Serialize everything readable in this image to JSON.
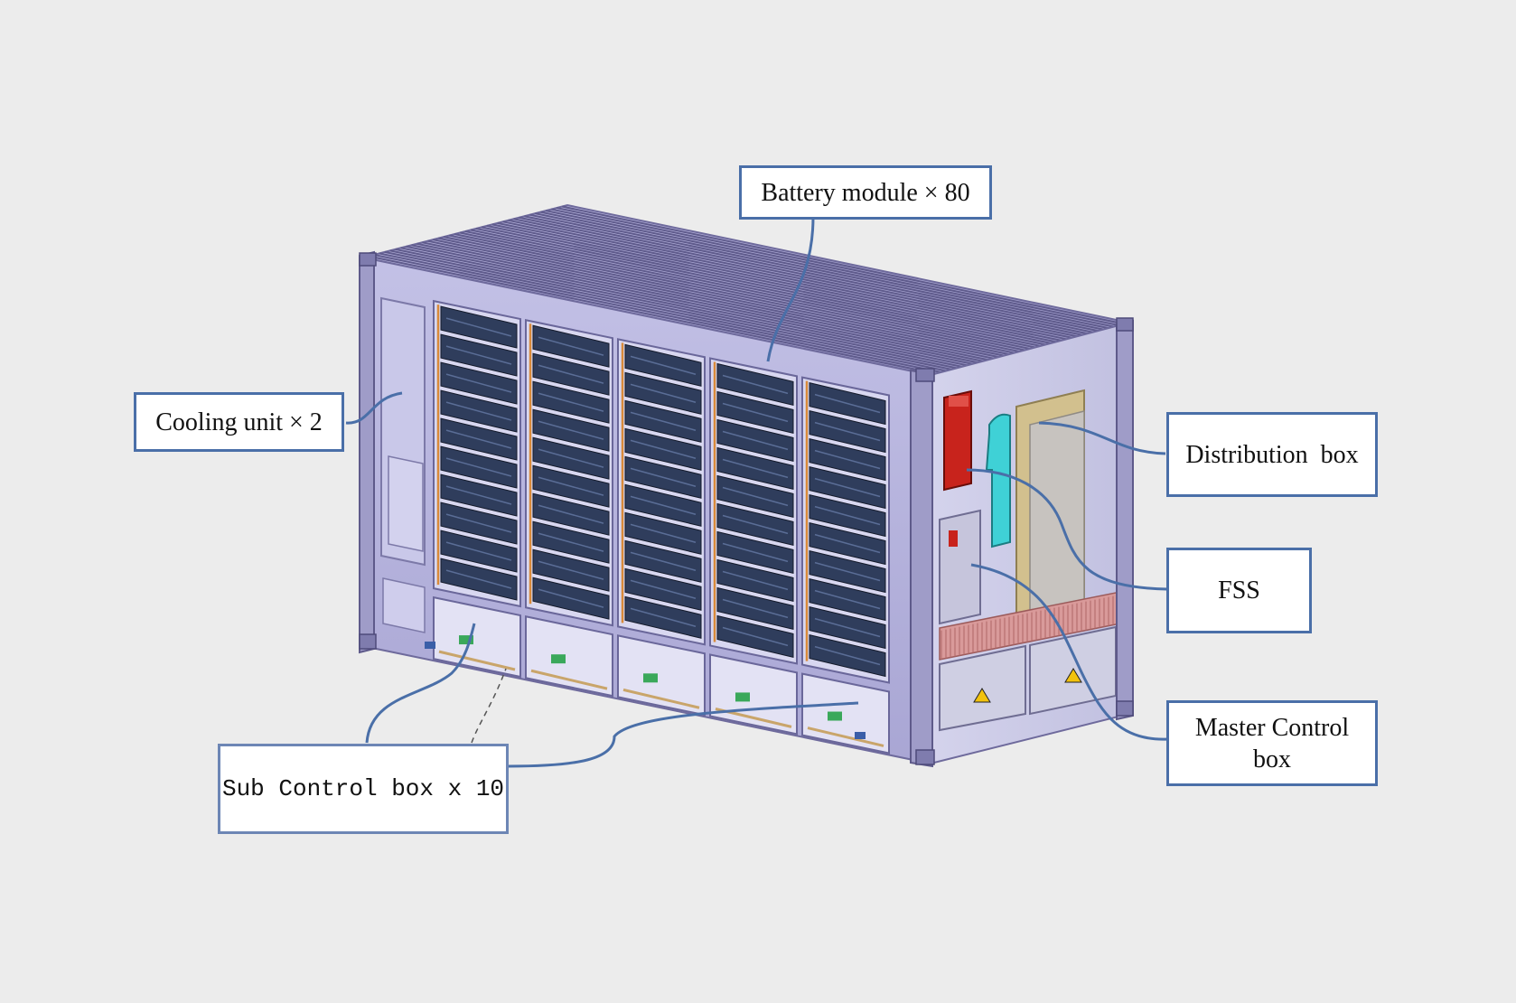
{
  "labels": {
    "battery_module": "Battery module × 80",
    "cooling_unit": "Cooling unit × 2",
    "distribution_box": "Distribution  box",
    "fss": "FSS",
    "master_control_line1": "Master Control",
    "master_control_line2": "box",
    "sub_control_box": "Sub Control box x 10"
  },
  "colors": {
    "background": "#ececec",
    "container_body": "#b6b4dd",
    "container_frame": "#8c89b8",
    "container_top": "#a9a6d2",
    "battery_module": "#2f3d5c",
    "fss_red": "#c8231c",
    "cable_cyan": "#3fd1d6",
    "distribution_panel": "#d2c08e",
    "busbar_pink": "#d99a9a",
    "callout_border": "#4a6fa8"
  }
}
